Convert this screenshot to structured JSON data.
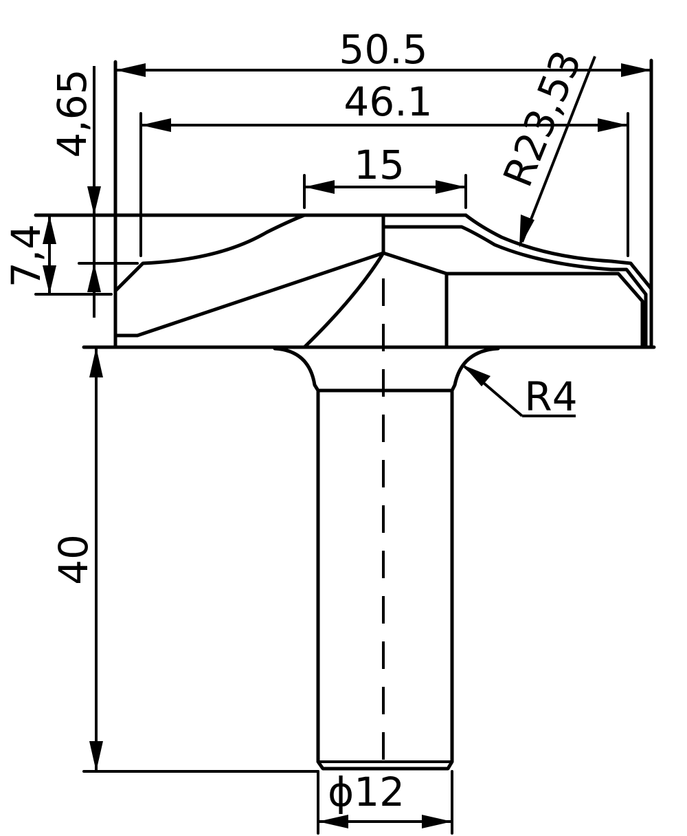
{
  "drawing": {
    "colors": {
      "line": "#000000",
      "background": "#ffffff"
    },
    "dimensions": {
      "overall_width": "50.5",
      "cutter_width": "46.1",
      "top_flat": "15",
      "profile_radius": "R23,53",
      "top_offset": "4,65",
      "edge_height": "7,4",
      "fillet_radius": "R4",
      "shank_length": "40",
      "shank_diameter": "ϕ12"
    }
  }
}
